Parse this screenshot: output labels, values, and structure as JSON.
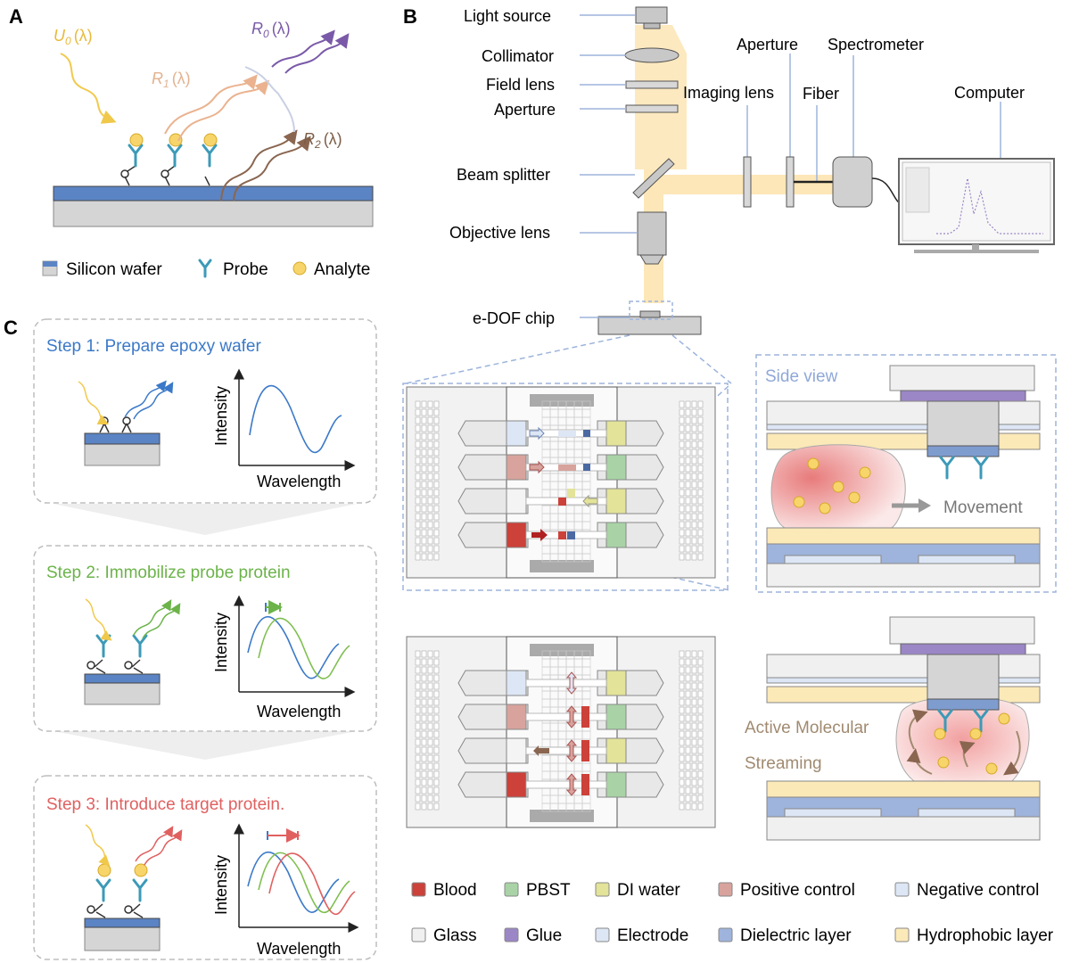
{
  "panels": {
    "a": "A",
    "b": "B",
    "c": "C"
  },
  "panelA": {
    "u0": "U",
    "u0_sub": "0",
    "u0_arg": "(λ)",
    "r0": "R",
    "r0_sub": "0",
    "r0_arg": "(λ)",
    "r1": "R",
    "r1_sub": "1",
    "r1_arg": "(λ)",
    "r2": "R",
    "r2_sub": "2",
    "r2_arg": "(λ)",
    "legend": {
      "wafer": "Silicon wafer",
      "probe": "Probe",
      "analyte": "Analyte"
    }
  },
  "panelB": {
    "light_source": "Light source",
    "collimator": "Collimator",
    "field_lens": "Field lens",
    "aperture_left": "Aperture",
    "beam_splitter": "Beam splitter",
    "objective": "Objective lens",
    "chip": "e-DOF chip",
    "imaging_lens": "Imaging lens",
    "aperture_right": "Aperture",
    "fiber": "Fiber",
    "spectrometer": "Spectrometer",
    "computer": "Computer",
    "side_view": "Side view",
    "movement": "Movement",
    "streaming_1": "Active Molecular",
    "streaming_2": "Streaming"
  },
  "panelC": {
    "step1": "Step 1: Prepare epoxy wafer",
    "step2": "Step 2: Immobilize probe protein",
    "step3": "Step 3:  Introduce target protein.",
    "ylabel": "Intensity",
    "xlabel": "Wavelength"
  },
  "legend": [
    {
      "label": "Blood",
      "color": "#cc4139"
    },
    {
      "label": "PBST",
      "color": "#a9d3a6"
    },
    {
      "label": "DI water",
      "color": "#e3e39a"
    },
    {
      "label": "Positive control",
      "color": "#d8a39c"
    },
    {
      "label": "Negative control",
      "color": "#dde6f5"
    },
    {
      "label": "Glass",
      "color": "#f0f0f0"
    },
    {
      "label": "Glue",
      "color": "#9b86c6"
    },
    {
      "label": "Electrode",
      "color": "#dde6f5"
    },
    {
      "label": "Dielectric layer",
      "color": "#9fb4dc"
    },
    {
      "label": "Hydrophobic layer",
      "color": "#fbe9b8"
    }
  ]
}
